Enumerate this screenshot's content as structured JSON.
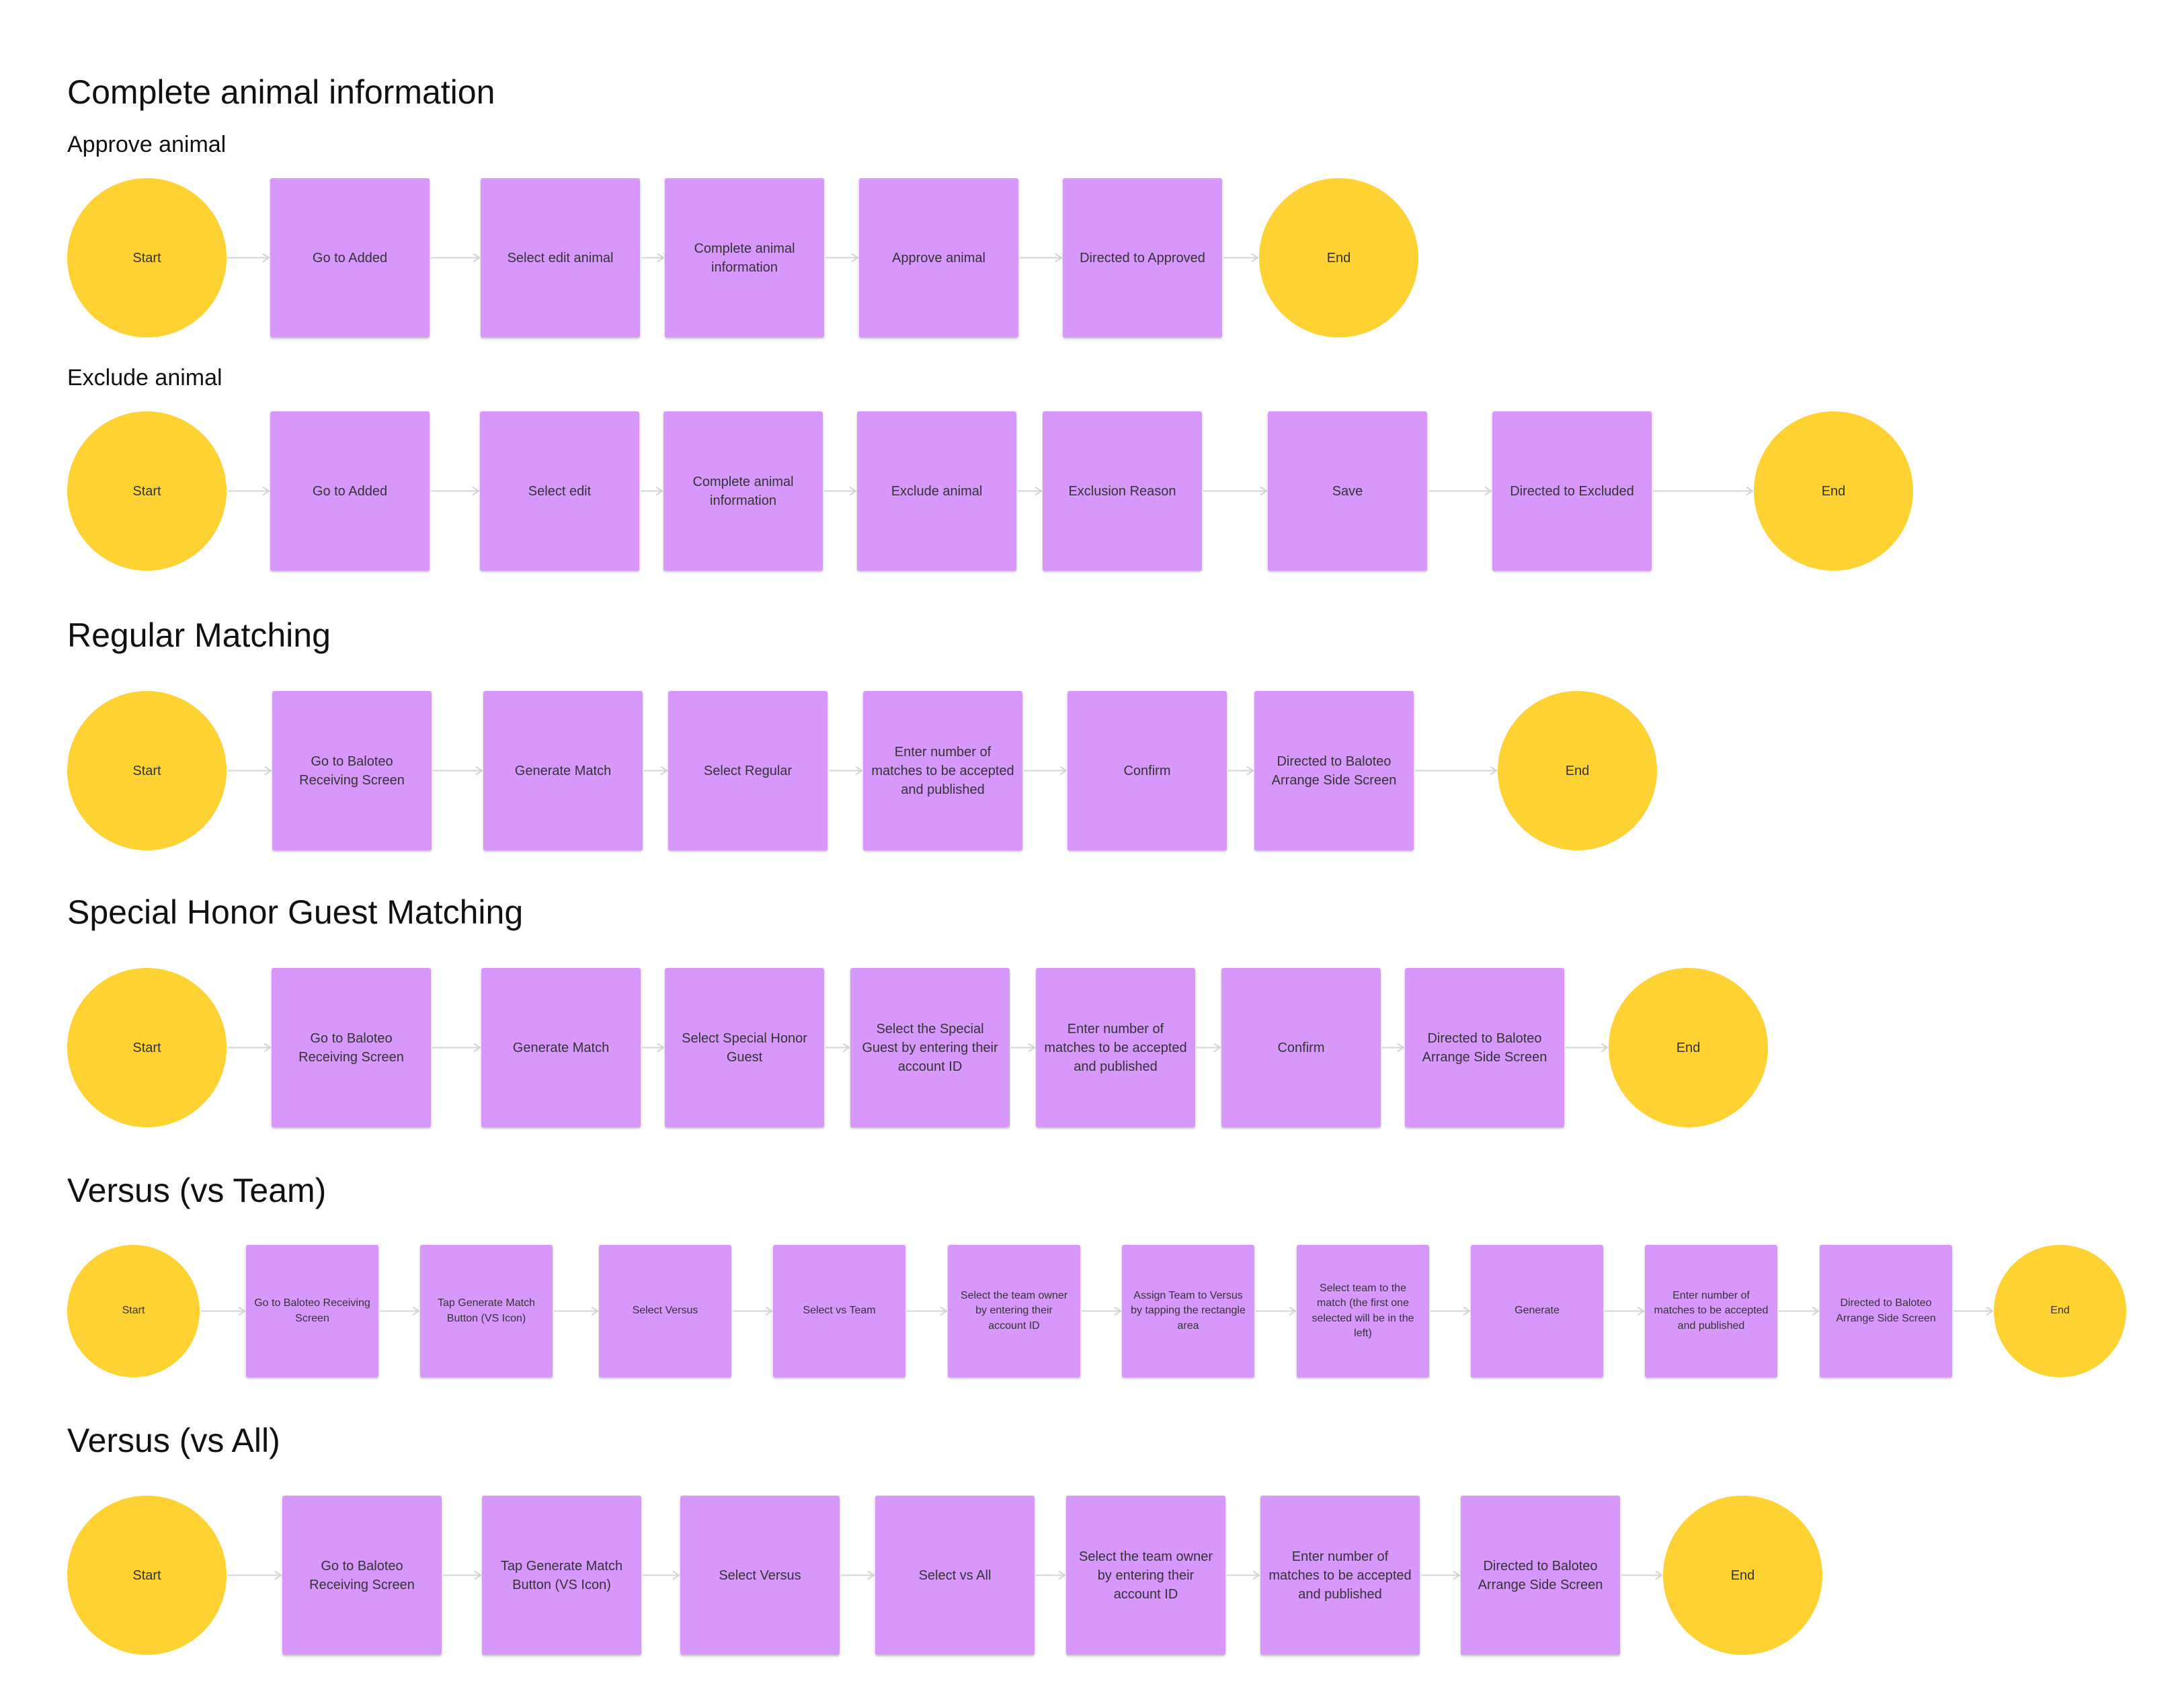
{
  "colors": {
    "step": "#d898fb",
    "terminal": "#fdd232",
    "arrow": "#d4d4d4",
    "text": "#111111"
  },
  "sections": [
    {
      "title": "Complete animal information",
      "flows": [
        {
          "subtitle": "Approve animal",
          "nodes": [
            {
              "label": "Start",
              "shape": "circle"
            },
            {
              "label": "Go to Added",
              "shape": "box"
            },
            {
              "label": "Select edit animal",
              "shape": "box"
            },
            {
              "label": "Complete animal information",
              "shape": "box"
            },
            {
              "label": "Approve animal",
              "shape": "box"
            },
            {
              "label": "Directed to Approved",
              "shape": "box"
            },
            {
              "label": "End",
              "shape": "circle"
            }
          ]
        },
        {
          "subtitle": "Exclude animal",
          "nodes": [
            {
              "label": "Start",
              "shape": "circle"
            },
            {
              "label": "Go to Added",
              "shape": "box"
            },
            {
              "label": "Select edit",
              "shape": "box"
            },
            {
              "label": "Complete animal information",
              "shape": "box"
            },
            {
              "label": "Exclude animal",
              "shape": "box"
            },
            {
              "label": "Exclusion  Reason",
              "shape": "box"
            },
            {
              "label": "Save",
              "shape": "box"
            },
            {
              "label": "Directed to Excluded",
              "shape": "box"
            },
            {
              "label": "End",
              "shape": "circle"
            }
          ]
        }
      ]
    },
    {
      "title": "Regular Matching",
      "flows": [
        {
          "nodes": [
            {
              "label": "Start",
              "shape": "circle"
            },
            {
              "label": "Go to Baloteo Receiving Screen",
              "shape": "box"
            },
            {
              "label": "Generate Match",
              "shape": "box"
            },
            {
              "label": "Select Regular",
              "shape": "box"
            },
            {
              "label": "Enter number of matches to be accepted and published",
              "shape": "box"
            },
            {
              "label": "Confirm",
              "shape": "box"
            },
            {
              "label": "Directed to Baloteo Arrange Side Screen",
              "shape": "box"
            },
            {
              "label": "End",
              "shape": "circle"
            }
          ]
        }
      ]
    },
    {
      "title": "Special Honor Guest Matching",
      "flows": [
        {
          "nodes": [
            {
              "label": "Start",
              "shape": "circle"
            },
            {
              "label": "Go to Baloteo Receiving Screen",
              "shape": "box"
            },
            {
              "label": "Generate Match",
              "shape": "box"
            },
            {
              "label": "Select Special Honor Guest",
              "shape": "box"
            },
            {
              "label": "Select the Special Guest by entering their account ID",
              "shape": "box"
            },
            {
              "label": "Enter number of matches to be accepted and published",
              "shape": "box"
            },
            {
              "label": "Confirm",
              "shape": "box"
            },
            {
              "label": "Directed to Baloteo Arrange Side Screen",
              "shape": "box"
            },
            {
              "label": "End",
              "shape": "circle"
            }
          ]
        }
      ]
    },
    {
      "title": "Versus (vs Team)",
      "flows": [
        {
          "nodes": [
            {
              "label": "Start",
              "shape": "circle"
            },
            {
              "label": "Go to Baloteo Receiving Screen",
              "shape": "box"
            },
            {
              "label": "Tap Generate Match Button (VS Icon)",
              "shape": "box"
            },
            {
              "label": "Select Versus",
              "shape": "box"
            },
            {
              "label": "Select vs Team",
              "shape": "box"
            },
            {
              "label": "Select the team owner by entering their account ID",
              "shape": "box"
            },
            {
              "label": "Assign Team to Versus by tapping the rectangle area",
              "shape": "box"
            },
            {
              "label": "Select team to the match (the first one selected will be in the left)",
              "shape": "box"
            },
            {
              "label": "Generate",
              "shape": "box"
            },
            {
              "label": "Enter number of matches to be accepted and published",
              "shape": "box"
            },
            {
              "label": "Directed to Baloteo Arrange Side Screen",
              "shape": "box"
            },
            {
              "label": "End",
              "shape": "circle"
            }
          ]
        }
      ]
    },
    {
      "title": "Versus (vs All)",
      "flows": [
        {
          "nodes": [
            {
              "label": "Start",
              "shape": "circle"
            },
            {
              "label": "Go to Baloteo Receiving Screen",
              "shape": "box"
            },
            {
              "label": "Tap Generate Match Button (VS Icon)",
              "shape": "box"
            },
            {
              "label": "Select Versus",
              "shape": "box"
            },
            {
              "label": "Select vs All",
              "shape": "box"
            },
            {
              "label": "Select the team owner by entering their account ID",
              "shape": "box"
            },
            {
              "label": "Enter number of matches to be accepted and published",
              "shape": "box"
            },
            {
              "label": "Directed to Baloteo Arrange Side Screen",
              "shape": "box"
            },
            {
              "label": "End",
              "shape": "circle"
            }
          ]
        }
      ]
    }
  ]
}
